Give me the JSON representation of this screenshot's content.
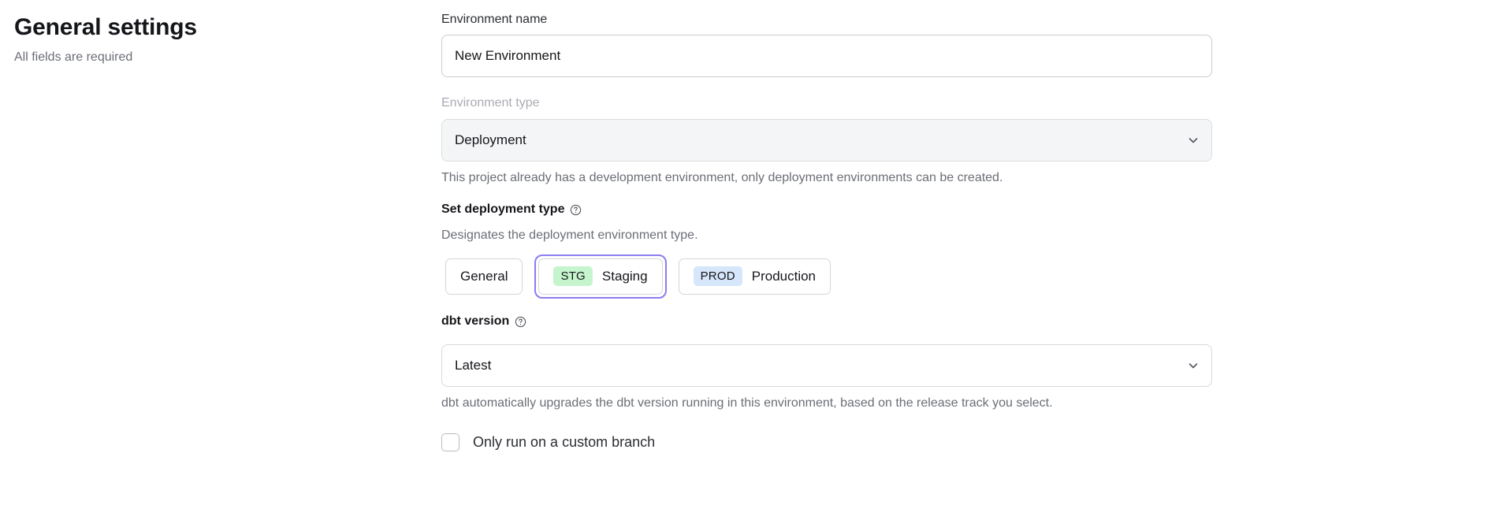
{
  "header": {
    "title": "General settings",
    "subtitle": "All fields are required"
  },
  "form": {
    "environment_name": {
      "label": "Environment name",
      "value": "New Environment",
      "placeholder": "Environment name"
    },
    "environment_type": {
      "label": "Environment type",
      "value": "Deployment",
      "disabled": true,
      "helper": "This project already has a development environment, only deployment environments can be created.",
      "chevron_icon": "chevron-down-icon"
    },
    "deployment_type": {
      "label": "Set deployment type",
      "help_icon": "help-circle-icon",
      "helper": "Designates the deployment environment type.",
      "selected": "Staging",
      "options": [
        {
          "label": "General",
          "badge": "",
          "badge_kind": "none",
          "selected": false
        },
        {
          "label": "Staging",
          "badge": "STG",
          "badge_kind": "stg",
          "selected": true
        },
        {
          "label": "Production",
          "badge": "PROD",
          "badge_kind": "prod",
          "selected": false
        }
      ]
    },
    "dbt_version": {
      "label": "dbt version",
      "help_icon": "help-circle-icon",
      "value": "Latest",
      "helper": "dbt automatically upgrades the dbt version running in this environment, based on the release track you select.",
      "chevron_icon": "chevron-down-icon"
    },
    "custom_branch": {
      "label": "Only run on a custom branch",
      "checked": false,
      "icon": "checkbox-unchecked-icon"
    }
  },
  "colors": {
    "focus_ring": "#8b7ef0",
    "badge_stg_bg": "#c6f5cd",
    "badge_prod_bg": "#d6e6fb",
    "text_primary": "#15161a",
    "text_muted": "#6b6e76",
    "text_disabled": "#a9abb2",
    "disabled_field_bg": "#f4f5f6"
  }
}
